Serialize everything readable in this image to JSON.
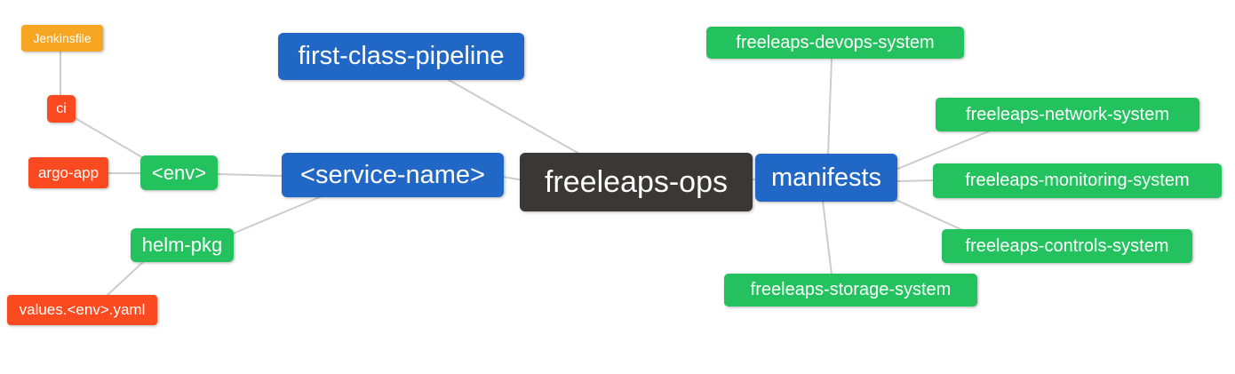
{
  "diagram": {
    "type": "mindmap",
    "root_label": "freeleaps-ops",
    "palette": {
      "blue": "#2167C5",
      "green": "#23C25F",
      "red": "#FB4A1F",
      "orange": "#F6A623",
      "dark": "#3B3735",
      "edge": "#CCCCCC",
      "text": "#FFFFFF",
      "background": "#FFFFFF"
    },
    "nodes": {
      "jenkinsfile": {
        "label": "Jenkinsfile",
        "color": "orange"
      },
      "ci": {
        "label": "ci",
        "color": "red"
      },
      "argo_app": {
        "label": "argo-app",
        "color": "red"
      },
      "env": {
        "label": "<env>",
        "color": "green"
      },
      "helm_pkg": {
        "label": "helm-pkg",
        "color": "green"
      },
      "values_env_yaml": {
        "label": "values.<env>.yaml",
        "color": "red"
      },
      "first_class_pipeline": {
        "label": "first-class-pipeline",
        "color": "blue"
      },
      "service_name": {
        "label": "<service-name>",
        "color": "blue"
      },
      "freeleaps_ops": {
        "label": "freeleaps-ops",
        "color": "dark"
      },
      "manifests": {
        "label": "manifests",
        "color": "blue"
      },
      "devops_system": {
        "label": "freeleaps-devops-system",
        "color": "green"
      },
      "network_system": {
        "label": "freeleaps-network-system",
        "color": "green"
      },
      "monitoring_system": {
        "label": "freeleaps-monitoring-system",
        "color": "green"
      },
      "controls_system": {
        "label": "freeleaps-controls-system",
        "color": "green"
      },
      "storage_system": {
        "label": "freeleaps-storage-system",
        "color": "green"
      }
    },
    "edges": [
      [
        "jenkinsfile",
        "ci"
      ],
      [
        "ci",
        "env"
      ],
      [
        "argo_app",
        "env"
      ],
      [
        "env",
        "service_name"
      ],
      [
        "first_class_pipeline",
        "freeleaps_ops"
      ],
      [
        "service_name",
        "freeleaps_ops"
      ],
      [
        "helm_pkg",
        "service_name"
      ],
      [
        "values_env_yaml",
        "helm_pkg"
      ],
      [
        "freeleaps_ops",
        "manifests"
      ],
      [
        "manifests",
        "devops_system"
      ],
      [
        "manifests",
        "network_system"
      ],
      [
        "manifests",
        "monitoring_system"
      ],
      [
        "manifests",
        "controls_system"
      ],
      [
        "manifests",
        "storage_system"
      ]
    ]
  }
}
